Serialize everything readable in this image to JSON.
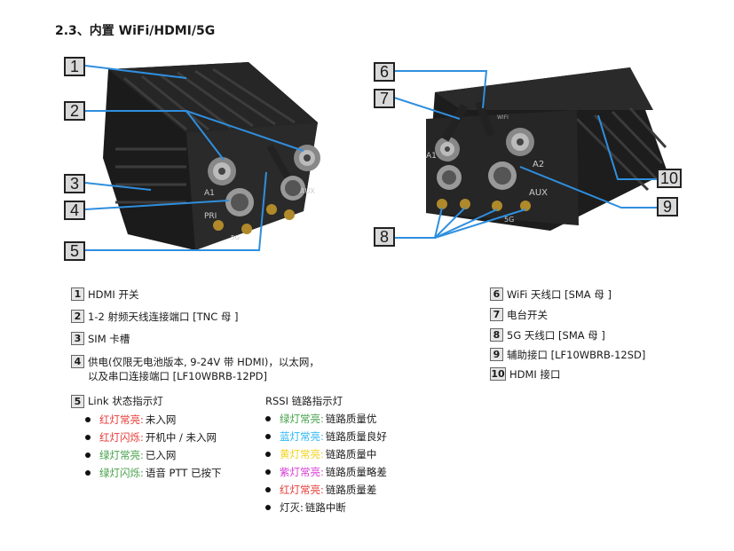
{
  "section_title": "2.3、内置 WiFi/HDMI/5G",
  "left_photo": {
    "callouts": [
      "1",
      "2",
      "3",
      "4",
      "5"
    ],
    "labels": {
      "a1": "A1",
      "pri": "PRI",
      "g5": "5G",
      "aux": "AUX"
    }
  },
  "right_photo": {
    "callouts": [
      "6",
      "7",
      "10",
      "9",
      "8"
    ],
    "labels": {
      "a1": "A1",
      "a2": "A2",
      "aux": "AUX",
      "g5": "5G",
      "wifi": "WIFI"
    }
  },
  "legend_left": [
    {
      "num": "1",
      "text": "HDMI 开关"
    },
    {
      "num": "2",
      "text": "1-2 射频天线连接端口 [TNC 母 ]"
    },
    {
      "num": "3",
      "text": "SIM 卡槽"
    },
    {
      "num": "4",
      "text": "供电(仅限无电池版本, 9-24V 带 HDMI)，以太网，\n以及串口连接端口 [LF10WBRB-12PD]"
    }
  ],
  "legend_right": [
    {
      "num": "6",
      "text": "WiFi 天线口 [SMA 母 ]"
    },
    {
      "num": "7",
      "text": "电台开关"
    },
    {
      "num": "8",
      "text": "5G 天线口 [SMA 母 ]"
    },
    {
      "num": "9",
      "text": "辅助接口 [LF10WBRB-12SD]"
    },
    {
      "num": "10",
      "text": "HDMI 接口"
    }
  ],
  "link_block": {
    "num": "5",
    "heading": "Link 状态指示灯",
    "items": [
      {
        "status": "红灯常亮:",
        "desc": "未入网",
        "color": "#e53935"
      },
      {
        "status": "红灯闪烁:",
        "desc": "开机中 / 未入网",
        "color": "#e53935"
      },
      {
        "status": "绿灯常亮:",
        "desc": "已入网",
        "color": "#43a047"
      },
      {
        "status": "绿灯闪烁:",
        "desc": "语音 PTT 已按下",
        "color": "#43a047"
      }
    ]
  },
  "rssi_block": {
    "heading": "RSSI 链路指示灯",
    "items": [
      {
        "status": "绿灯常亮:",
        "desc": "链路质量优",
        "color": "#43a047"
      },
      {
        "status": "蓝灯常亮:",
        "desc": "链路质量良好",
        "color": "#29b6f6"
      },
      {
        "status": "黄灯常亮:",
        "desc": "链路质量中",
        "color": "#f2d21b"
      },
      {
        "status": "紫灯常亮:",
        "desc": "链路质量略差",
        "color": "#d63ad6"
      },
      {
        "status": "红灯常亮:",
        "desc": "链路质量差",
        "color": "#e53935"
      },
      {
        "status": "灯灭:",
        "desc": "链路中断",
        "color": "#222222"
      }
    ]
  }
}
